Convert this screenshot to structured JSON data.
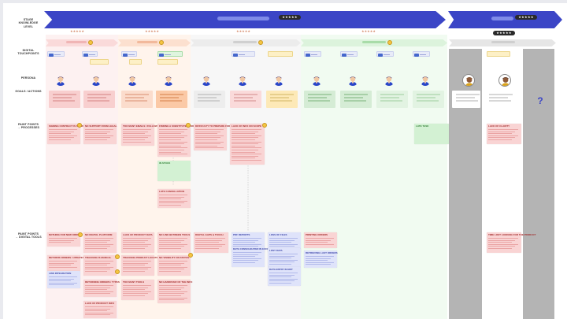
{
  "row_labels": {
    "stage": "STAGE\nKNOWLEDGE\nLEVEL",
    "touchpoints": "DIGITAL\nTOUCHPOINTS",
    "persona": "PERSONA",
    "goals": "GOALS / ACTIONS",
    "pain_processes": "PAINT POINTS\n→ PROCESSES",
    "pain_tools": "PAINT POINTS\n→ DIGITAL TOOLS"
  },
  "stages": [
    {
      "rating": "★★★★★"
    },
    {
      "rating": "★★★★★"
    }
  ],
  "phase_ratings": [
    "★★★★★",
    "★★★★★",
    "★★★★★",
    "★★★★★",
    "★★★★★"
  ],
  "process_cards": [
    {
      "title": "SIGNING CONTRACT IS SLOW"
    },
    {
      "title": "NO SUPPORT FROM LEGAL"
    },
    {
      "title": "TOO MANY EMAILS / FOLLOW UPS"
    },
    {
      "title": "FINDING A SUBSTITUTE PRODUCT"
    },
    {
      "title": "DIFFICULTY TO PREPARE FORECAST"
    },
    {
      "title": "LACK OF INFO ON SCOPE"
    },
    {
      "title": "IN STOCK"
    },
    {
      "title": "LATE CANCELLATION"
    },
    {
      "title": "LATE TASK"
    },
    {
      "title": "LACK OF CLARITY"
    }
  ],
  "tool_cards": [
    {
      "title": "NOTHING FOR NEW ORDERS"
    },
    {
      "title": "NO DIGITAL PLATFORM"
    },
    {
      "title": "RETURNS ORDERS / UPDATES"
    },
    {
      "title": "TRACKING IS MANUAL"
    },
    {
      "title": "LINK INTEGRATION"
    },
    {
      "title": "RETURNING ORDERS / TYPES"
    },
    {
      "title": "LACK OF PRODUCT INFO"
    },
    {
      "title": "LACK OF PRODUCT DATA"
    },
    {
      "title": "TRACKING PRODUCT LOCATION"
    },
    {
      "title": "TOO MANY TOOLS"
    },
    {
      "title": "NO LINK BETWEEN TOOLS"
    },
    {
      "title": "NO VISIBILITY ON STATUS"
    },
    {
      "title": "NO HANDOVER OF THE INFO"
    },
    {
      "title": "DIGITAL GAPS & TOUCH"
    },
    {
      "title": "PDF REPORTS"
    },
    {
      "title": "DATA CONSOLIDATED IN EXCEL"
    },
    {
      "title": "LOSS OF FILES"
    },
    {
      "title": "LOST DATA"
    },
    {
      "title": "DATA ENTRY IN ERP"
    },
    {
      "title": "PRINTING ORDERS"
    },
    {
      "title": "RETRIEVING LAST ORDERS"
    },
    {
      "title": "TIME LOST LOOKING FOR THE PRODUCT"
    }
  ],
  "colors": {
    "stage_arrow": "#3b45c6",
    "pain_card": "#f9d4d4",
    "pain_title": "#a32a2a",
    "tool_blue": "#dfe3fa",
    "positive_card": "#d3f1d3",
    "gray_column": "#b4b4b4"
  },
  "icons": [
    "persona-avatar",
    "emoji-face",
    "touchpoint-icon",
    "question-mark-icon",
    "star-rating"
  ]
}
